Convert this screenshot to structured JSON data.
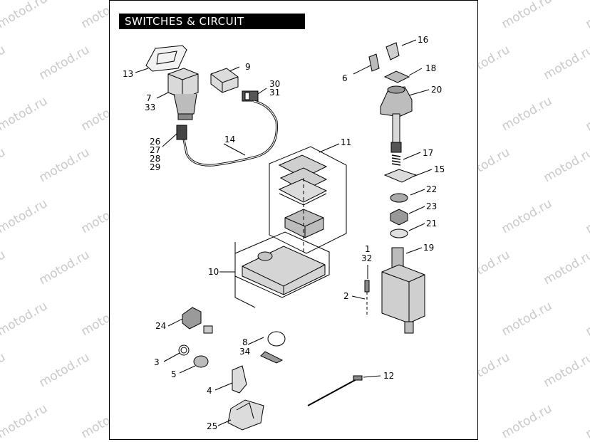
{
  "title": "SWITCHES  & CIRCUIT BREAKERS",
  "watermark": "motod.ru",
  "callouts": {
    "c1": "1",
    "c2": "2",
    "c3": "3",
    "c4": "4",
    "c5": "5",
    "c6": "6",
    "c7": "7",
    "c8": "8",
    "c9": "9",
    "c10": "10",
    "c11": "11",
    "c12": "12",
    "c13": "13",
    "c14": "14",
    "c15": "15",
    "c16": "16",
    "c17": "17",
    "c18": "18",
    "c19": "19",
    "c20": "20",
    "c21": "21",
    "c22": "22",
    "c23": "23",
    "c24": "24",
    "c25": "25",
    "c26": "26",
    "c27": "27",
    "c28": "28",
    "c29": "29",
    "c30": "30",
    "c31": "31",
    "c32": "32",
    "c33": "33",
    "c34": "34"
  }
}
